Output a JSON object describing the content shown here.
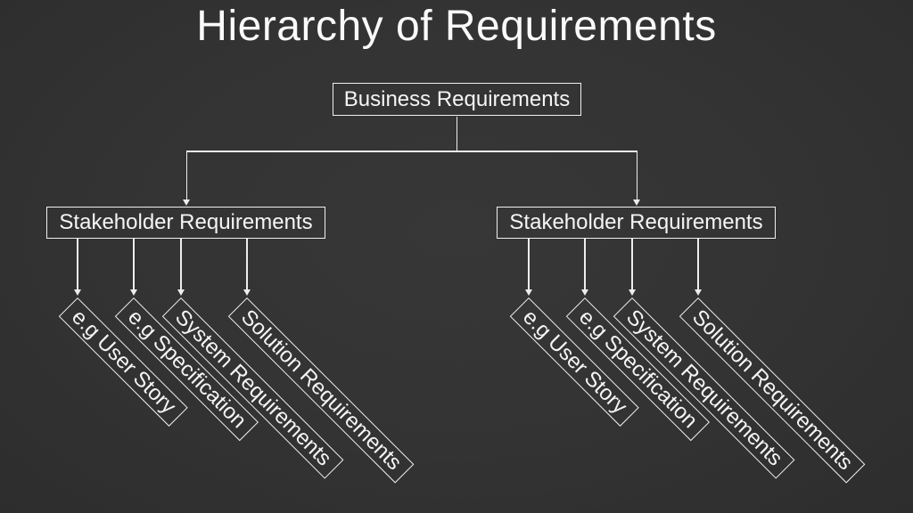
{
  "title": "Hierarchy of Requirements",
  "colors": {
    "background": "#333333",
    "line": "#ededed",
    "box_border": "#f0f0f0",
    "text": "#f5f5f5"
  },
  "diagram": {
    "root": {
      "label": "Business Requirements"
    },
    "branches": [
      {
        "label": "Stakeholder Requirements",
        "children": [
          {
            "label": "e.g User Story"
          },
          {
            "label": "e.g Specification"
          },
          {
            "label": "System Requirements"
          },
          {
            "label": "Solution Requirements"
          }
        ]
      },
      {
        "label": "Stakeholder Requirements",
        "children": [
          {
            "label": "e.g User Story"
          },
          {
            "label": "e.g Specification"
          },
          {
            "label": "System Requirements"
          },
          {
            "label": "Solution Requirements"
          }
        ]
      }
    ]
  }
}
